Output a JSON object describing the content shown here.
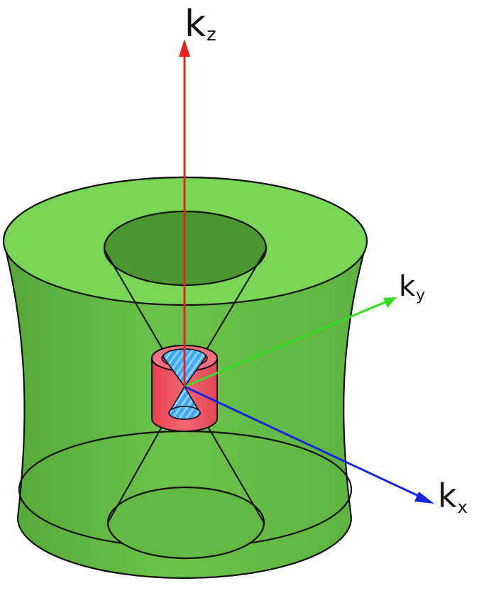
{
  "figure": {
    "axes": [
      {
        "id": "kz",
        "base": "k",
        "subscript": "z",
        "color": "#e8221b"
      },
      {
        "id": "ky",
        "base": "k",
        "subscript": "y",
        "color": "#33dd22"
      },
      {
        "id": "kx",
        "base": "k",
        "subscript": "x",
        "color": "#1426e0"
      }
    ],
    "colors": {
      "outer_hyperboloid": "#6cc24a",
      "outer_hyperboloid_dark": "#4f9e32",
      "inner_cylinder": "#f05060",
      "inner_cone": "#3fa9f5",
      "outline": "#111111"
    }
  }
}
